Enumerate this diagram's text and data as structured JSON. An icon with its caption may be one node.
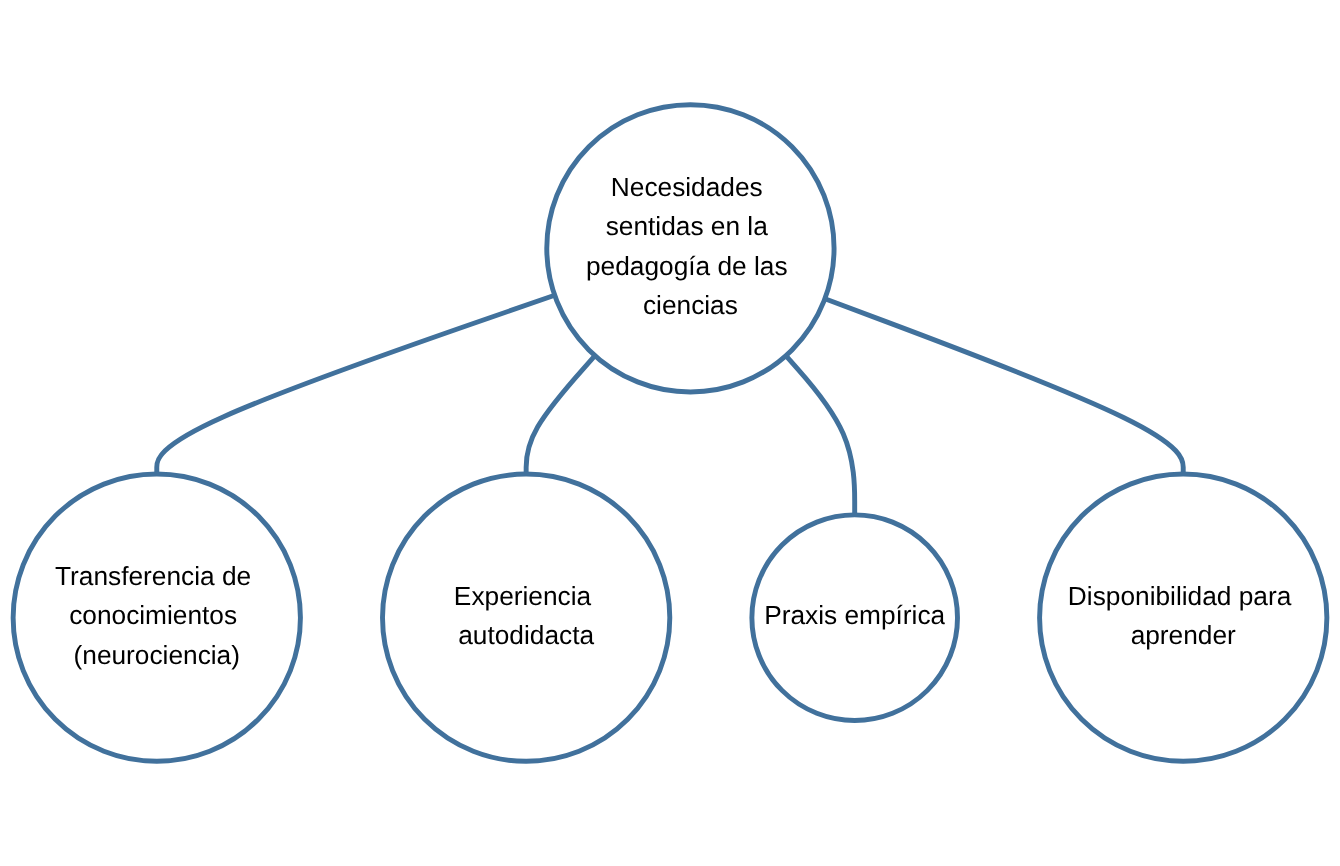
{
  "diagram": {
    "nodes": [
      {
        "text": [
          "Necesidades sentidas en la pedagogía de las ciencias"
        ]
      },
      {
        "text": [
          "Transferencia de conocimientos (neurociencia)"
        ]
      },
      {
        "text": [
          "Praxis empírica"
        ]
      },
      {
        "text": [
          "Experiencia autodidacta"
        ]
      },
      {
        "text": [
          "Disponibilidad para aprender"
        ]
      }
    ],
    "edges": [
      {
        "from": 0,
        "to": 1,
        "arrow": "none"
      },
      {
        "from": 0,
        "to": 3,
        "arrow": "none"
      },
      {
        "from": 0,
        "to": 2,
        "arrow": "none"
      },
      {
        "from": 0,
        "to": 4,
        "arrow": "none"
      }
    ]
  }
}
